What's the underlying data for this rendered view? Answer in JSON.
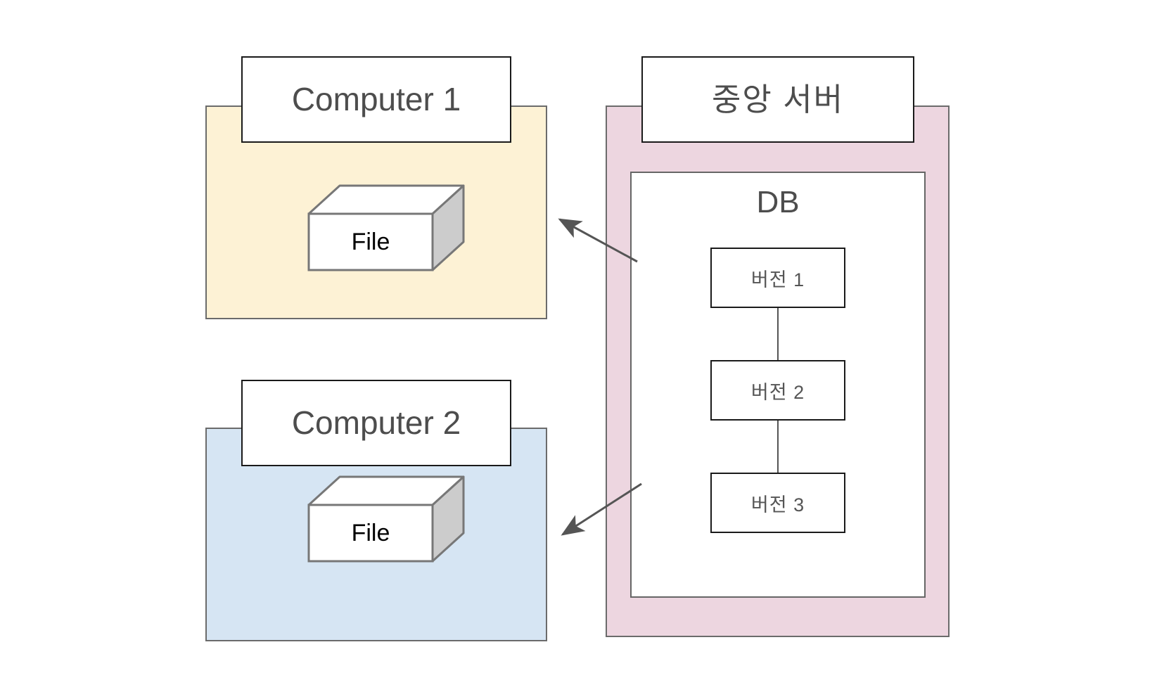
{
  "diagram": {
    "title_hidden": "",
    "nodes": {
      "computer1": {
        "label": "Computer 1",
        "fill": "#fdf2d5",
        "file": {
          "label": "File"
        }
      },
      "computer2": {
        "label": "Computer 2",
        "fill": "#d6e5f3",
        "file": {
          "label": "File"
        }
      },
      "server": {
        "label": "중앙 서버",
        "fill": "#edd6e0",
        "db": {
          "label": "DB",
          "versions": [
            {
              "label": "버전 1"
            },
            {
              "label": "버전 2"
            },
            {
              "label": "버전 3"
            }
          ]
        }
      }
    },
    "edges": [
      {
        "from": "server",
        "to": "computer1",
        "label": ""
      },
      {
        "from": "server",
        "to": "computer2",
        "label": ""
      }
    ],
    "colors": {
      "stroke": "#666666",
      "stroke_dark": "#1a1a1a",
      "text": "#4d4d4d",
      "arrow": "#555555",
      "file_face": "#ffffff",
      "file_shade": "#cccccc"
    }
  }
}
